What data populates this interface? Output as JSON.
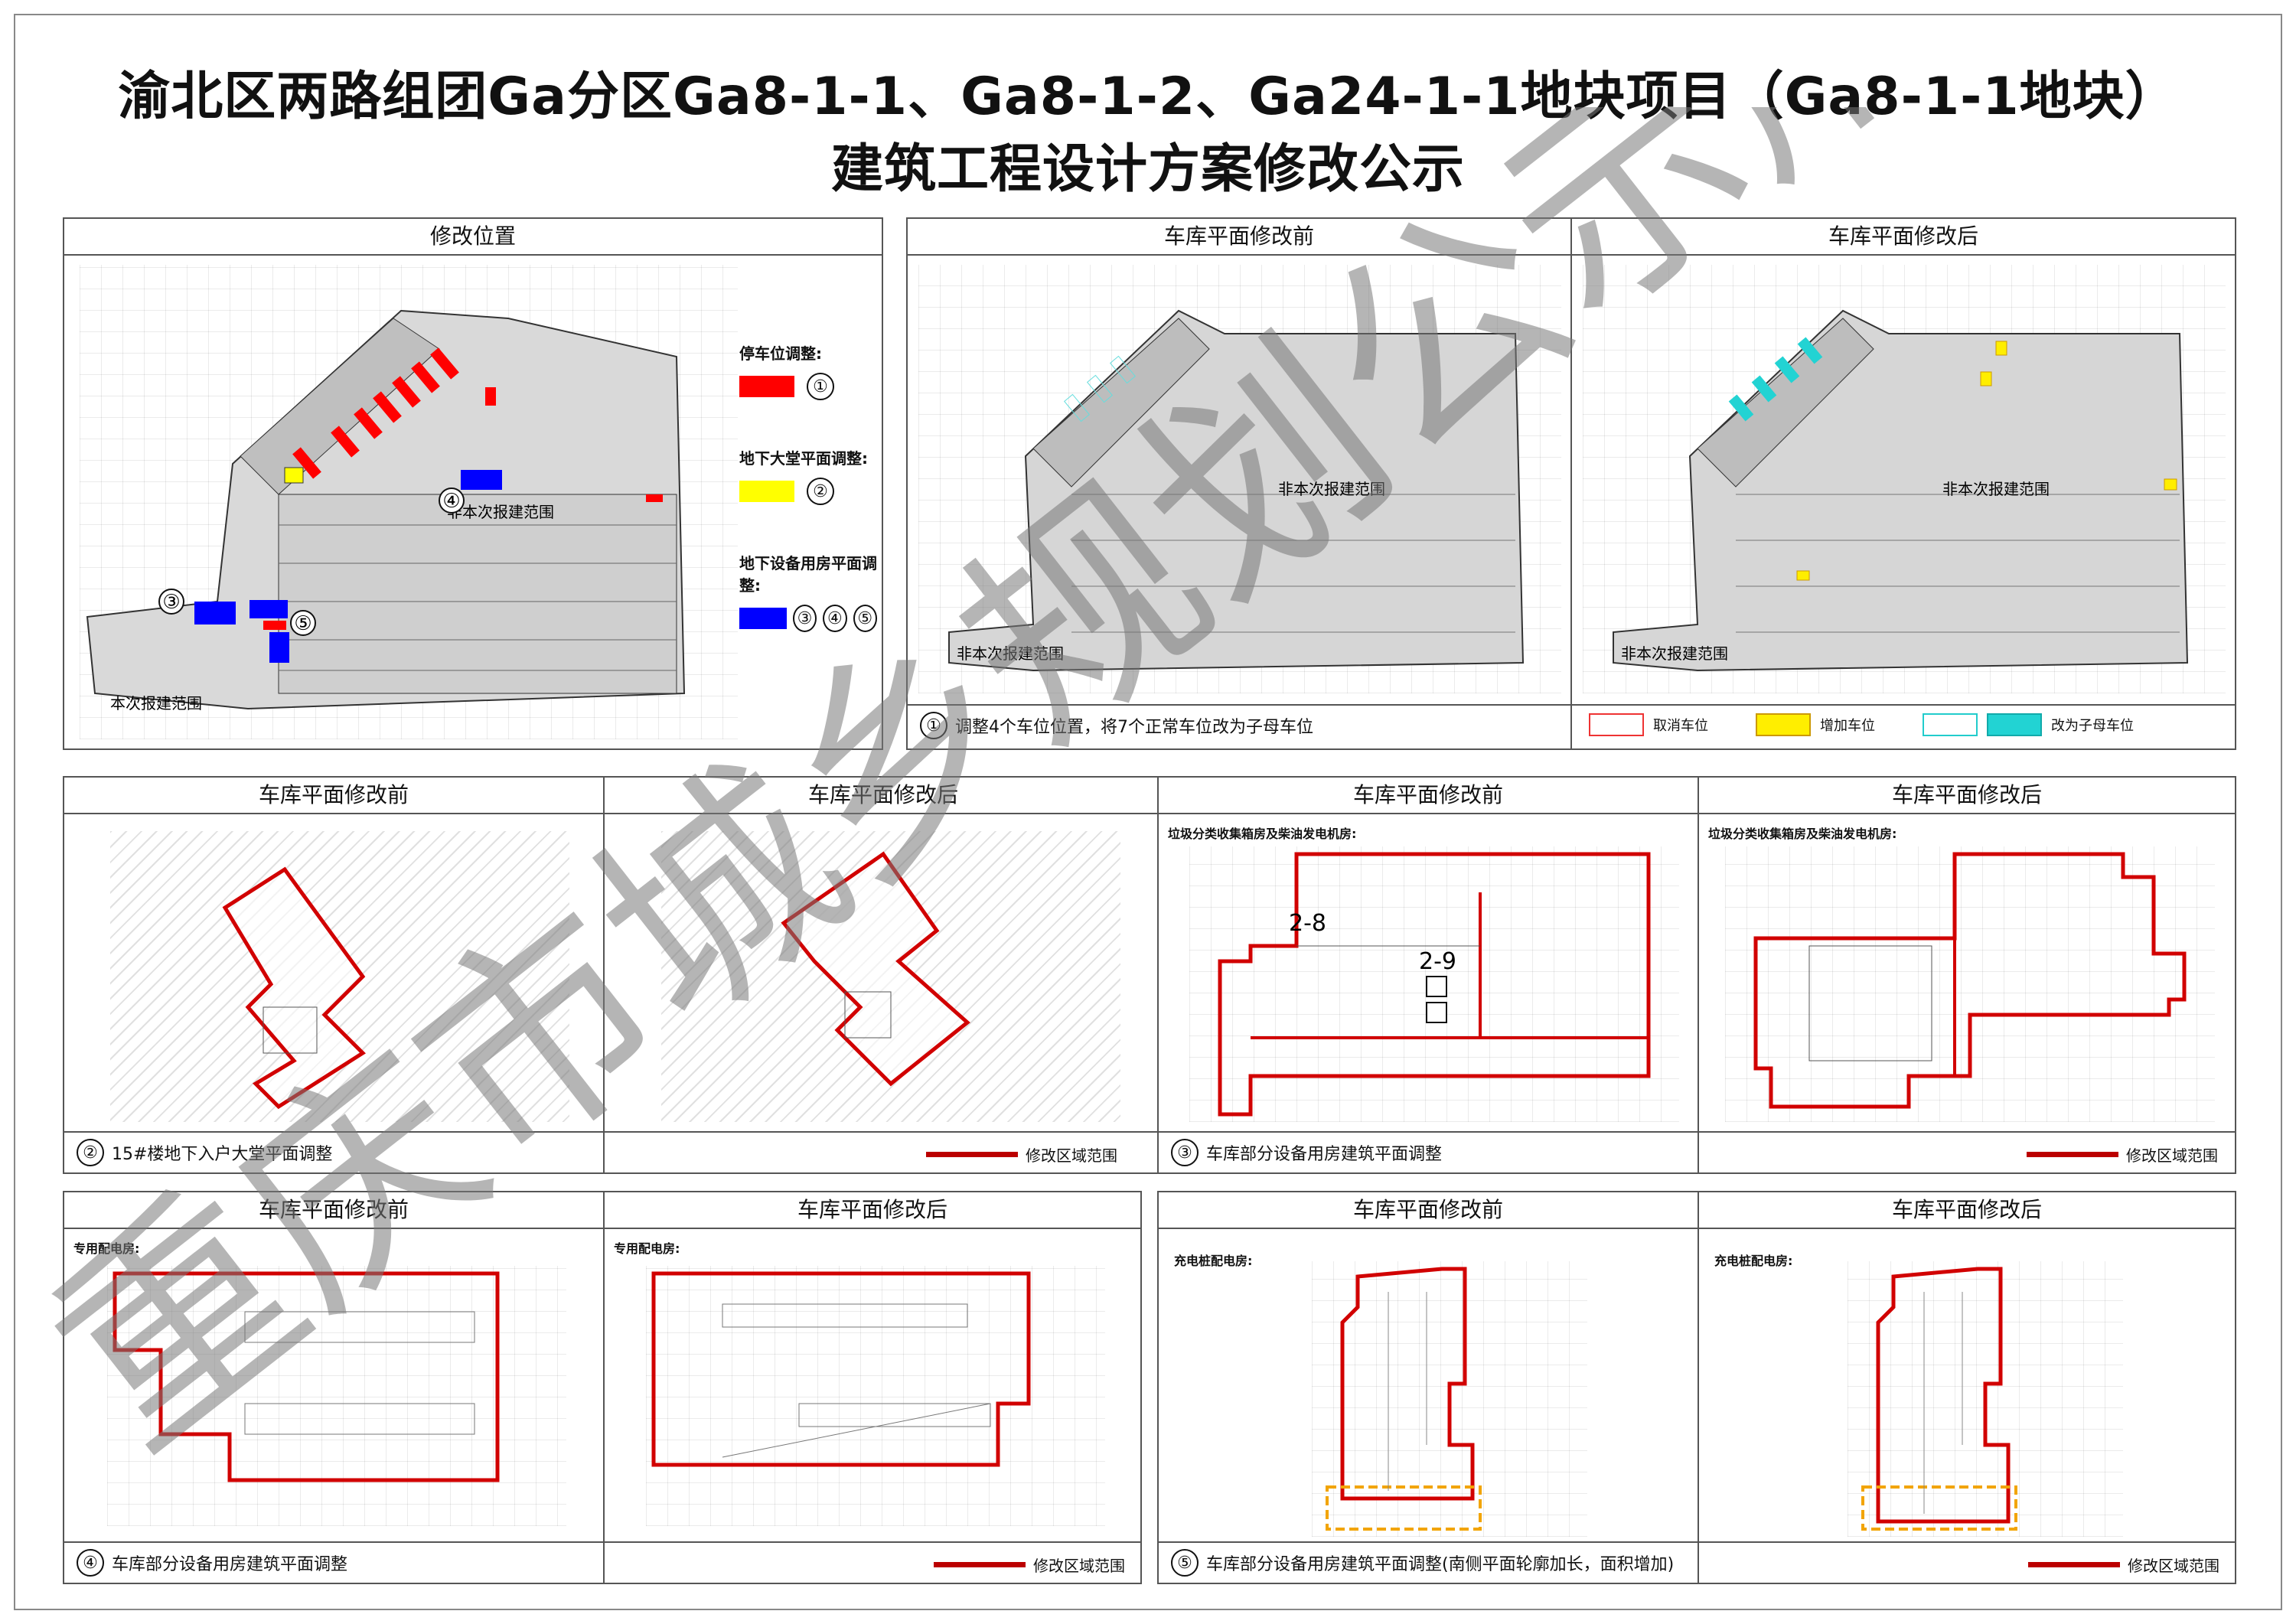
{
  "title": {
    "line1": "渝北区两路组团Ga分区Ga8-1-1、Ga8-1-2、Ga24-1-1地块项目（Ga8-1-1地块）",
    "line2": "建筑工程设计方案修改公示"
  },
  "top_left": {
    "header": "修改位置",
    "legend": [
      {
        "label": "停车位调整:",
        "color": "#ff0000",
        "marks": [
          "①"
        ]
      },
      {
        "label": "地下大堂平面调整:",
        "color": "#ffff00",
        "marks": [
          "②"
        ]
      },
      {
        "label": "地下设备用房平面调整:",
        "color": "#0000ff",
        "marks": [
          "③",
          "④",
          "⑤"
        ]
      }
    ],
    "map_marks": [
      "④",
      "③",
      "⑤"
    ],
    "plan_labels": [
      "非本次报建范围",
      "本次报建范围"
    ]
  },
  "top_right": {
    "before_header": "车库平面修改前",
    "after_header": "车库平面修改后",
    "plan_labels": [
      "非本次报建范围",
      "非本次报建范围",
      "非本次报建范围",
      "非本次报建范围"
    ],
    "caption_num": "①",
    "caption": "调整4个车位位置，将7个正常车位改为子母车位",
    "legend": [
      {
        "label": "取消车位",
        "fill": "#ffffff",
        "border": "#e33"
      },
      {
        "label": "增加车位",
        "fill": "#ffee00",
        "border": "#c90"
      },
      {
        "label": "改为子母车位",
        "fill": "#ffffff",
        "border": "#2cc"
      },
      {
        "label": "",
        "fill": "#22d3d3",
        "border": "#1aa"
      }
    ]
  },
  "mid_left": {
    "before_header": "车库平面修改前",
    "after_header": "车库平面修改后",
    "caption_num": "②",
    "caption": "15#楼地下入户大堂平面调整",
    "legend": "修改区域范围"
  },
  "mid_right": {
    "before_header": "车库平面修改前",
    "after_header": "车库平面修改后",
    "sub_before": "垃圾分类收集箱房及柴油发电机房:",
    "sub_after": "垃圾分类收集箱房及柴油发电机房:",
    "labels_before": [
      "2-8",
      "2-9"
    ],
    "caption_num": "③",
    "caption": "车库部分设备用房建筑平面调整",
    "legend": "修改区域范围"
  },
  "bot_left": {
    "before_header": "车库平面修改前",
    "after_header": "车库平面修改后",
    "sub_before": "专用配电房:",
    "sub_after": "专用配电房:",
    "caption_num": "④",
    "caption": "车库部分设备用房建筑平面调整",
    "legend": "修改区域范围"
  },
  "bot_right": {
    "before_header": "车库平面修改前",
    "after_header": "车库平面修改后",
    "sub_before": "充电桩配电房:",
    "sub_after": "充电桩配电房:",
    "caption_num": "⑤",
    "caption": "车库部分设备用房建筑平面调整(南侧平面轮廓加长，面积增加)",
    "legend": "修改区域范围"
  },
  "watermark": "重庆市城乡规划公示用图",
  "colors": {
    "red_outline": "#d10000",
    "modify_bar": "#b00000",
    "yellow_dash": "#f2a400",
    "cyan": "#22d3d3"
  }
}
